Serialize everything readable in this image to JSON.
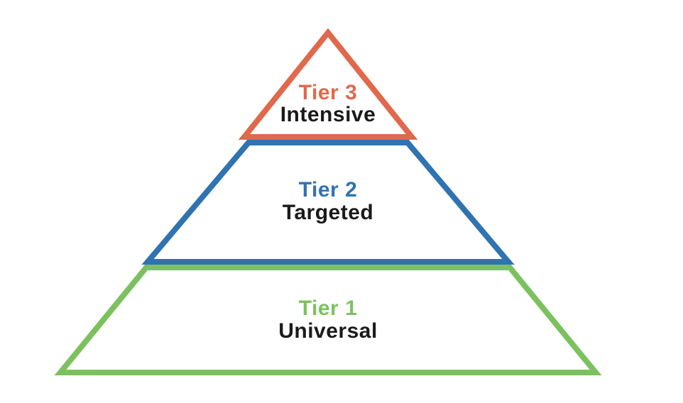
{
  "diagram": {
    "type": "pyramid",
    "background_color": "#FFFFFF",
    "text_color": "#1A1A1A",
    "tiers": [
      {
        "name": "Tier 1",
        "descriptor": "Universal",
        "color": "#7BC25E",
        "level": "bottom"
      },
      {
        "name": "Tier 2",
        "descriptor": "Targeted",
        "color": "#2F73B0",
        "level": "middle"
      },
      {
        "name": "Tier 3",
        "descriptor": "Intensive",
        "color": "#E0694C",
        "level": "top"
      }
    ]
  }
}
